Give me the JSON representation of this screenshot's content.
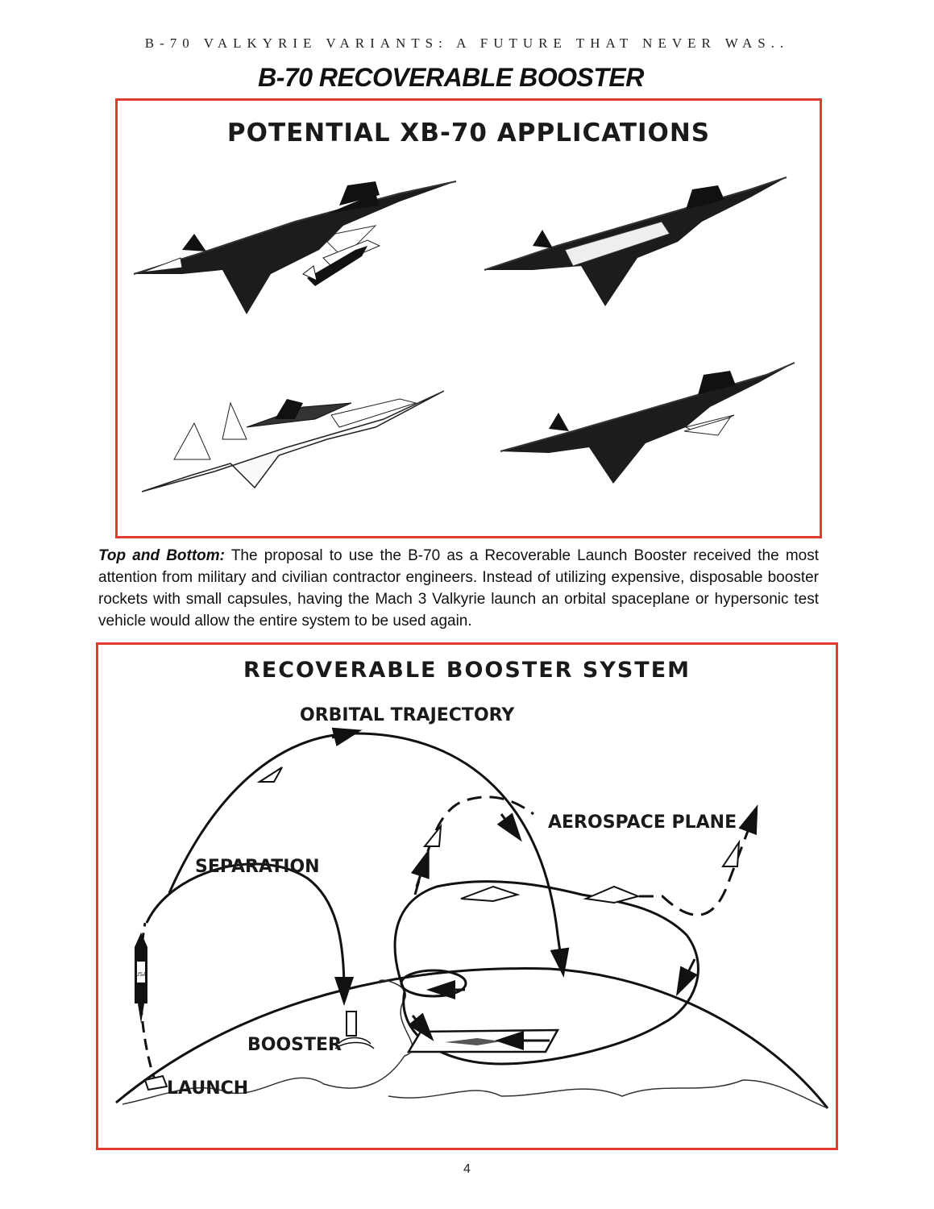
{
  "header": {
    "running_title": "B-70 VALKYRIE VARIANTS: A FUTURE THAT NEVER WAS..",
    "page_title": "B-70 RECOVERABLE BOOSTER"
  },
  "figure_top": {
    "title": "POTENTIAL XB-70 APPLICATIONS"
  },
  "caption": {
    "lead": "Top and Bottom:",
    "text": " The proposal to use the B-70 as a Recoverable Launch Booster received the most attention from military and civilian contractor engineers. Instead of utilizing expensive, disposable booster rockets with small capsules, having the Mach 3 Valkyrie launch an orbital spaceplane or hypersonic test vehicle would allow the entire system to be used again."
  },
  "figure_bottom": {
    "title": "RECOVERABLE BOOSTER SYSTEM",
    "labels": {
      "orbital_trajectory": "ORBITAL TRAJECTORY",
      "aerospace_plane": "AEROSPACE PLANE",
      "separation": "SEPARATION",
      "booster": "BOOSTER",
      "launch": "LAUNCH"
    },
    "rocket_marking": "USA"
  },
  "footer": {
    "page_number": "4"
  },
  "colors": {
    "frame": "#e03c31",
    "ink": "#1a1a1a"
  }
}
